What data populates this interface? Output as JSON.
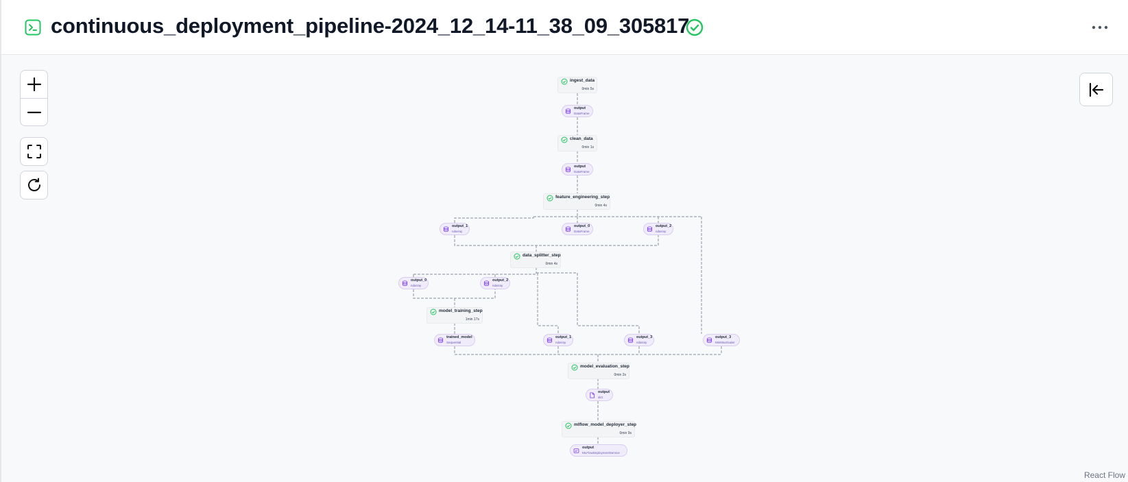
{
  "header": {
    "title": "continuous_deployment_pipeline-2024_12_14-11_38_09_305817",
    "status": "completed",
    "icons": {
      "run": "terminal-icon",
      "status": "check-circle-icon",
      "menu": "more-horizontal-icon"
    }
  },
  "controls": {
    "zoom_in": "plus-icon",
    "zoom_out": "minus-icon",
    "fit_view": "fit-view-icon",
    "refresh": "refresh-icon",
    "collapse_panel": "collapse-left-icon"
  },
  "dag": {
    "steps": [
      {
        "name": "ingest_data",
        "duration": "0min 5s"
      },
      {
        "name": "clean_data",
        "duration": "0min 1s"
      },
      {
        "name": "feature_engineering_step",
        "duration": "0min 4s"
      },
      {
        "name": "data_splitter_step",
        "duration": "0min 4s"
      },
      {
        "name": "model_training_step",
        "duration": "1min 17s"
      },
      {
        "name": "model_evaluation_step",
        "duration": "0min 2s"
      },
      {
        "name": "mlflow_model_deployer_step",
        "duration": "0min 9s"
      }
    ],
    "artifacts": [
      {
        "name": "output",
        "type": "DataFrame"
      },
      {
        "name": "output",
        "type": "DataFrame"
      },
      {
        "name": "output_1",
        "type": "ndarray"
      },
      {
        "name": "output_0",
        "type": "DataFrame"
      },
      {
        "name": "output_2",
        "type": "ndarray"
      },
      {
        "name": "output_0",
        "type": "ndarray"
      },
      {
        "name": "output_2",
        "type": "ndarray"
      },
      {
        "name": "trained_model",
        "type": "Sequential"
      },
      {
        "name": "output_1",
        "type": "ndarray"
      },
      {
        "name": "output_3",
        "type": "ndarray"
      },
      {
        "name": "output_3",
        "type": "MinMaxScaler"
      },
      {
        "name": "output",
        "type": "dict"
      },
      {
        "name": "output",
        "type": "MLFlowDeploymentService"
      }
    ]
  },
  "footer": {
    "attribution": "React Flow"
  },
  "colors": {
    "success": "#22c55e",
    "artifact_icon": "#7c3aed"
  }
}
